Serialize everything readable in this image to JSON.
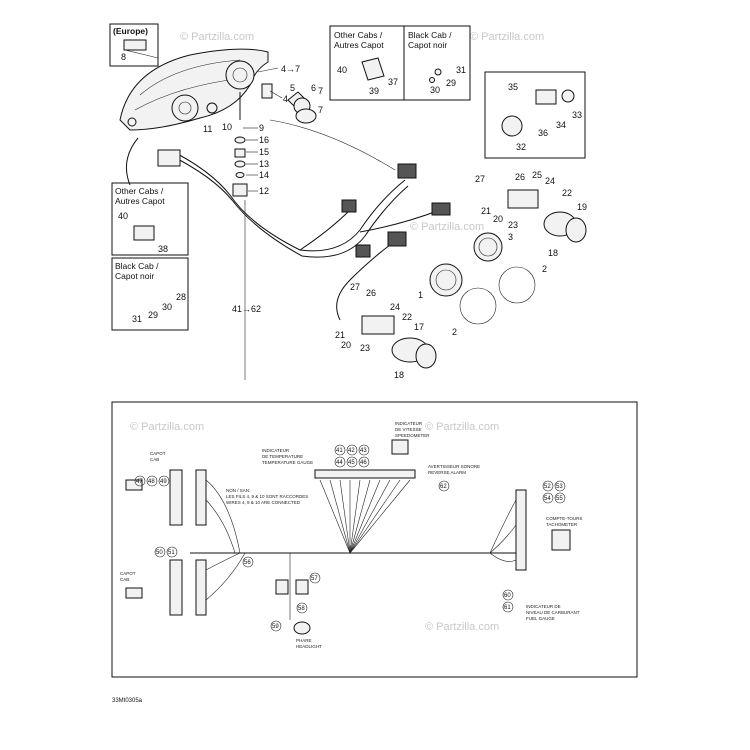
{
  "region_labels": {
    "europe": "(Europe)",
    "other_cabs_top": [
      "Other Cabs /",
      "Autres Capot"
    ],
    "black_cab_top": [
      "Black Cab /",
      "Capot noir"
    ],
    "other_cabs_left": [
      "Other Cabs /",
      "Autres Capot"
    ],
    "black_cab_left": [
      "Black Cab /",
      "Capot noir"
    ]
  },
  "refs": {
    "to_7": "4→7",
    "to_62": "41→62"
  },
  "callouts": {
    "c1": "1",
    "c2a": "2",
    "c2b": "2",
    "c3": "3",
    "c4": "4",
    "c5": "5",
    "c6": "6",
    "c7a": "7",
    "c7b": "7",
    "c8": "8",
    "c9": "9",
    "c10": "10",
    "c11": "11",
    "c12": "12",
    "c13": "13",
    "c14": "14",
    "c15": "15",
    "c16": "16",
    "c17": "17",
    "c18a": "18",
    "c18b": "18",
    "c19": "19",
    "c20a": "20",
    "c20b": "20",
    "c21a": "21",
    "c21b": "21",
    "c22a": "22",
    "c22b": "22",
    "c23a": "23",
    "c23b": "23",
    "c24a": "24",
    "c24b": "24",
    "c25": "25",
    "c26a": "26",
    "c26b": "26",
    "c27a": "27",
    "c27b": "27",
    "c28": "28",
    "c29a": "29",
    "c29b": "29",
    "c30a": "30",
    "c30b": "30",
    "c31a": "31",
    "c31b": "31",
    "c32": "32",
    "c33": "33",
    "c34": "34",
    "c35": "35",
    "c36": "36",
    "c37": "37",
    "c38": "38",
    "c39": "39",
    "c40a": "40",
    "c40b": "40"
  },
  "wiring_labels": {
    "speedometer": [
      "INDICATEUR",
      "DE VITESSE",
      "SPEEDOMETER"
    ],
    "temp_gauge": [
      "INDICATEUR",
      "DE TEMPERATURE",
      "TEMPERATURE GAUGE"
    ],
    "reverse_alarm": [
      "AVERTISSEUR SONORE",
      "REVERSE ALARM"
    ],
    "tach": [
      "COMPTE-TOURS",
      "TACHOMETER"
    ],
    "fuel_gauge": [
      "INDICATEUR DE",
      "NIVEAU DE CARBURANT",
      "FUEL GAUGE"
    ],
    "headlight": [
      "PHARE",
      "HEADLIGHT"
    ],
    "europe_cab": [
      "CAPOT",
      "CAB"
    ],
    "capot_cab": [
      "CAPOT",
      "CAB"
    ],
    "note": [
      "NON / SAN:",
      "LES FILS 4, 9 & 10 SONT RACCORDES",
      "WIRES 4, 9 & 10 ARE CONNECTED"
    ]
  },
  "circle_codes": [
    "41",
    "42",
    "43",
    "44",
    "45",
    "46",
    "47",
    "48",
    "49",
    "50",
    "51",
    "52",
    "53",
    "54",
    "55",
    "56",
    "57",
    "58",
    "59",
    "60",
    "61",
    "62"
  ],
  "watermarks": [
    "© Partzilla.com",
    "© Partzilla.com",
    "© Partzilla.com",
    "© Partzilla.com",
    "© Partzilla.com",
    "© Partzilla.com"
  ],
  "footer_code": "33Mt0305a"
}
